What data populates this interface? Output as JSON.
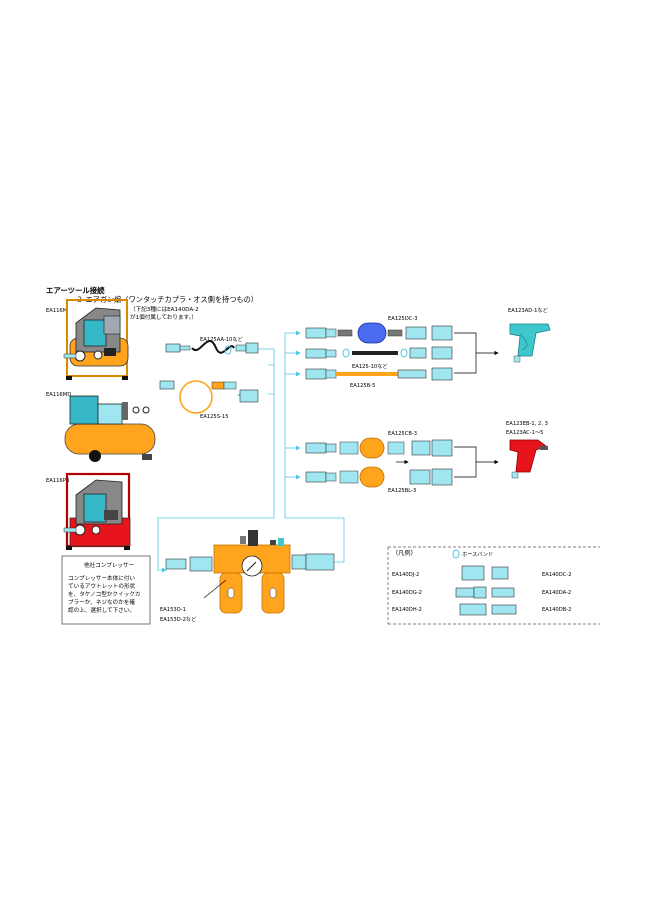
{
  "header": {
    "title": "エアーツール接続",
    "subtitle": "３ エアガン編（ワンタッチカプラ・オス側を持つもの）",
    "note_line1": "（下記3種にはEA140DA-2",
    "note_line2": "が1個付属しております。）"
  },
  "compressors": [
    {
      "label": "EA116M"
    },
    {
      "label": "EA116MD"
    },
    {
      "label": "EA116PB"
    }
  ],
  "other_box": {
    "title": "他社コンプレッサー",
    "lines": [
      "コンプレッサー本体に付い",
      "ているアウトレットの形状",
      "を、タケノコ型かクイックカ",
      "プラーか、ネジなのかを確",
      "認の上、選択して下さい。"
    ]
  },
  "hose_labels": {
    "aa": "EA125AA-10など",
    "s": "EA125S-15",
    "dc": "EA125DC-3",
    "ten": "EA125-10など",
    "b": "EA125B-5",
    "cb": "EA125CB-3",
    "bl": "EA125BL-3"
  },
  "regulator_labels": {
    "line1": "EA153D-1",
    "line2": "EA153D-2など"
  },
  "gun_labels": {
    "blue": "EA123AD-1など",
    "red1": "EA123EB-1, 2, 3",
    "red2": "EA123AC-1～5"
  },
  "legend": {
    "title": "（凡例）",
    "band": "ホースバンド",
    "items": [
      "EA140DJ-2",
      "EA140DC-2",
      "EA140DG-2",
      "EA140DA-2",
      "EA140DH-2",
      "EA140DB-2"
    ]
  },
  "colors": {
    "coupler": "#9fe6f0",
    "orange": "#ffa41c",
    "red": "#e8141c",
    "blue_hose": "#4a6cf0",
    "teal_gun": "#3ec8cc",
    "line": "#4fc6e6",
    "dark": "#333333"
  }
}
